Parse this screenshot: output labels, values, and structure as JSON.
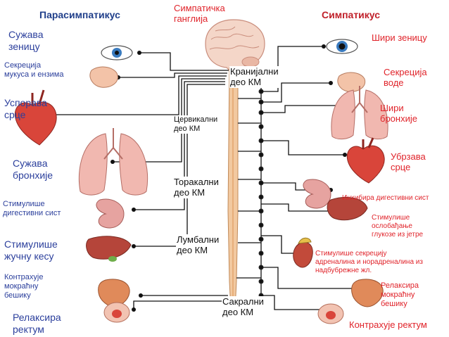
{
  "headers": {
    "parasympathetic": "Парасимпатикус",
    "sympathetic": "Симпатикус",
    "sympathetic_ganglia": "Симпатичка\nганглија"
  },
  "spine_regions": {
    "cranial": "Кранијални\nдео КМ",
    "cervical": "Цервикални\nдео КМ",
    "thoracic": "Торакални\nдео КМ",
    "lumbar": "Лумбални\nдео КМ",
    "sacral": "Сакрални\nдео КМ"
  },
  "parasympathetic_effects": [
    "Сужава\nзеницу",
    "Секреција\nмукуса и ензима",
    "Успорава\nсрце",
    "Сужава\nбронхије",
    "Стимулише\nдигестивни сист",
    "Стимулише\nжучну кесу",
    "Контрахује\nмокраћну\nбешику",
    "Релаксира\nректум"
  ],
  "sympathetic_effects": [
    "Шири зеницу",
    "Секреција\nводе",
    "Шири\nбронхије",
    "Убрзава\nсрце",
    "Инхибира дигестивни сист",
    "Стимулише\nослобађање\nглукозе из јетре",
    "Стимулише секрецију\nадреналина и норадреналина из\nнадбубрежне жл.",
    "Релаксира\nмокраћну\nбешику",
    "Контрахује ректум"
  ],
  "colors": {
    "header_blue": "#1f3e8a",
    "text_blue": "#2b3f9c",
    "text_red": "#e0232a",
    "spinal_cord": "#f2c9a0",
    "organ_red": "#d9453a",
    "lung_pink": "#f1b8b0"
  }
}
